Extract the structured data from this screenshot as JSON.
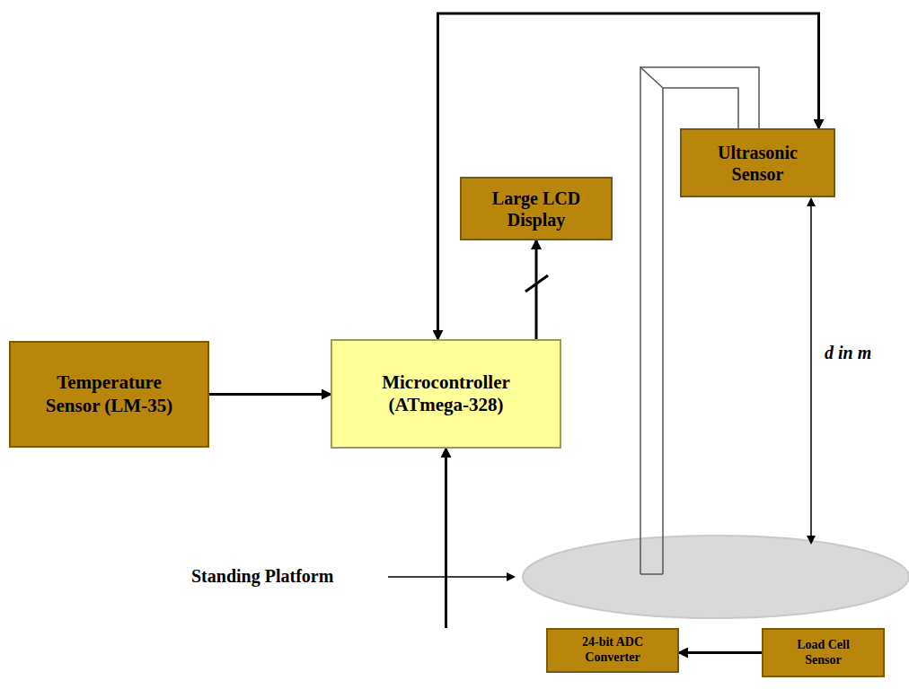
{
  "diagram": {
    "nodes": [
      {
        "text": [
          "Ultrasonic Sensor"
        ]
      },
      {
        "text": [
          "Large LCD Display"
        ]
      },
      {
        "text": [
          "Temperature Sensor (LM-35)"
        ]
      },
      {
        "text": [
          "Microcontroller (ATmega-328)"
        ]
      },
      {
        "text": [
          "24-bit ADC Converter"
        ]
      },
      {
        "text": [
          "Load Cell Sensor"
        ]
      }
    ],
    "edges": [
      {
        "from": 2,
        "to": 3,
        "arrow": "to"
      },
      {
        "from": 3,
        "to": 1,
        "arrow": "to"
      },
      {
        "from": 3,
        "to": 0,
        "arrow": "both"
      },
      {
        "from": 5,
        "to": 4,
        "arrow": "to"
      },
      {
        "from": 4,
        "to": 3,
        "arrow": "to"
      }
    ],
    "labels": [
      "d in m",
      "Standing Platform"
    ]
  }
}
